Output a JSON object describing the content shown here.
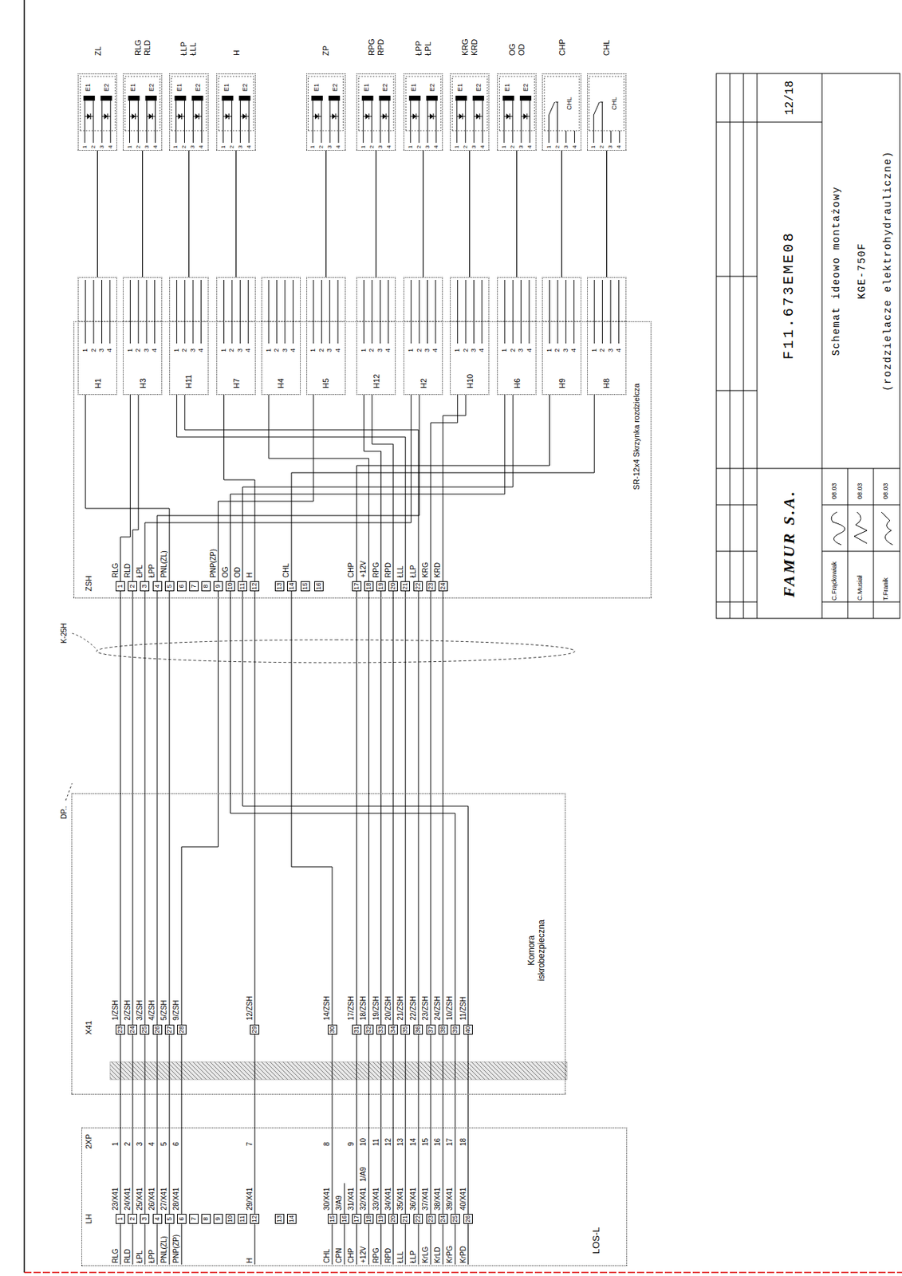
{
  "diagram": {
    "nodes": [
      {
        "text": [
          "LOS-L"
        ]
      },
      {
        "text": [
          "Komora iskrobezpieczna"
        ]
      },
      {
        "text": [
          "SR-12x4 Skrzynka rozdzielcza"
        ]
      },
      {
        "text": [
          "H1"
        ],
        "in": 2
      },
      {
        "text": [
          "H3"
        ],
        "in": 2
      },
      {
        "text": [
          "H11"
        ],
        "in": 2
      },
      {
        "text": [
          "H7"
        ],
        "in": 2
      },
      {
        "text": [
          "H4"
        ],
        "in": 2
      },
      {
        "text": [
          "H5"
        ],
        "in": 2
      },
      {
        "text": [
          "H12"
        ],
        "in": 2
      },
      {
        "text": [
          "H2"
        ],
        "in": 2
      },
      {
        "text": [
          "H10"
        ],
        "in": 2
      },
      {
        "text": [
          "H6"
        ],
        "in": 2
      },
      {
        "text": [
          "H9"
        ],
        "in": 2
      },
      {
        "text": [
          "H8"
        ],
        "in": 2
      },
      {
        "text": [
          "ZL",
          "E1",
          "E2"
        ]
      },
      {
        "text": [
          "RLG RLD",
          "E1",
          "E2"
        ]
      },
      {
        "text": [
          "ŁLP ŁLL",
          "E1",
          "E2"
        ]
      },
      {
        "text": [
          "H",
          "E1",
          "E2"
        ]
      },
      {
        "text": [
          "ZP",
          "E1",
          "E2"
        ]
      },
      {
        "text": [
          "RPG RPD",
          "E1",
          "E2"
        ]
      },
      {
        "text": [
          "ŁPP ŁPL",
          "E1",
          "E2"
        ]
      },
      {
        "text": [
          "KRG KRD",
          "E1",
          "E2"
        ]
      },
      {
        "text": [
          "OG OD",
          "E1",
          "E2"
        ]
      },
      {
        "text": [
          "CHP",
          "CHL"
        ]
      },
      {
        "text": [
          "CHL",
          "CHL"
        ]
      }
    ],
    "edges": [
      {
        "from": 15,
        "to": 3,
        "arrow": "none"
      },
      {
        "from": 16,
        "to": 4,
        "arrow": "none"
      },
      {
        "from": 17,
        "to": 5,
        "arrow": "none"
      },
      {
        "from": 18,
        "to": 6,
        "arrow": "none"
      },
      {
        "from": 19,
        "to": 8,
        "arrow": "none"
      },
      {
        "from": 20,
        "to": 9,
        "arrow": "none"
      },
      {
        "from": 21,
        "to": 10,
        "arrow": "none"
      },
      {
        "from": 22,
        "to": 11,
        "arrow": "none"
      },
      {
        "from": 23,
        "to": 12,
        "arrow": "none"
      },
      {
        "from": 24,
        "to": 13,
        "arrow": "none"
      },
      {
        "from": 25,
        "to": 14,
        "arrow": "none"
      }
    ],
    "labels": [
      "LH",
      "RLG",
      "RLD",
      "ŁPL",
      "ŁPP",
      "PNL(ZL)",
      "PNP(ZP)",
      "H",
      "CHL",
      "CPN",
      "CHP",
      "+12V",
      "RPG",
      "RPD",
      "ŁLL",
      "ŁLP",
      "KrLG",
      "KrLD",
      "KrPG",
      "KrPD",
      "1",
      "2",
      "3",
      "4",
      "5",
      "6",
      "7",
      "8",
      "9",
      "10",
      "11",
      "12",
      "13",
      "14",
      "15",
      "16",
      "17",
      "18",
      "19",
      "20",
      "21",
      "22",
      "23",
      "24",
      "25",
      "26",
      "23/X41",
      "24/X41",
      "25/X41",
      "26/X41",
      "27/X41",
      "28/X41",
      "29/X41",
      "30/X41",
      "3/A9",
      "31/X41",
      "32/X41",
      "33/X41",
      "34/X41",
      "35/X41",
      "36/X41",
      "37/X41",
      "38/X41",
      "39/X41",
      "40/X41",
      "1/A9",
      "2XP",
      "1",
      "2",
      "3",
      "4",
      "5",
      "6",
      "7",
      "8",
      "9",
      "10",
      "11",
      "12",
      "13",
      "14",
      "15",
      "16",
      "17",
      "18",
      "X41",
      "23",
      "24",
      "25",
      "26",
      "27",
      "28",
      "29",
      "30",
      "31",
      "32",
      "33",
      "34",
      "35",
      "36",
      "37",
      "38",
      "39",
      "40",
      "1/ZSH",
      "2/ZSH",
      "3/ZSH",
      "4/ZSH",
      "5/ZSH",
      "9/ZSH",
      "12/ZSH",
      "14/ZSH",
      "17/ZSH",
      "18/ZSH",
      "19/ZSH",
      "20/ZSH",
      "21/ZSH",
      "22/ZSH",
      "23/ZSH",
      "24/ZSH",
      "10/ZSH",
      "11/ZSH",
      "DP..",
      "K-25H",
      "ZSH",
      "1",
      "2",
      "3",
      "4",
      "5",
      "6",
      "7",
      "8",
      "9",
      "10",
      "11",
      "12",
      "13",
      "14",
      "15",
      "16",
      "17",
      "18",
      "19",
      "20",
      "21",
      "22",
      "23",
      "24",
      "RLG",
      "RLD",
      "ŁPL",
      "ŁPP",
      "PNL(ZL)",
      "PNP(ZP)",
      "OG",
      "OD",
      "H",
      "CHL",
      "CHP",
      "+12V",
      "RPG",
      "RPD",
      "ŁLL",
      "ŁLP",
      "KRG",
      "KRD",
      "1",
      "2",
      "3",
      "4",
      "1",
      "2",
      "3",
      "4",
      "1",
      "2",
      "3",
      "4",
      "1",
      "2",
      "3",
      "4",
      "1",
      "2",
      "3",
      "4",
      "1",
      "2",
      "3",
      "4",
      "1",
      "2",
      "3",
      "4",
      "1",
      "2",
      "3",
      "4",
      "1",
      "2",
      "3",
      "4",
      "1",
      "2",
      "3",
      "4",
      "1",
      "2",
      "3",
      "4",
      "1",
      "2",
      "3",
      "4",
      "1",
      "2",
      "3",
      "4",
      "1",
      "2",
      "3",
      "4",
      "1",
      "2",
      "3",
      "4",
      "1",
      "2",
      "3",
      "4",
      "1",
      "2",
      "3",
      "4",
      "1",
      "2",
      "3",
      "4",
      "1",
      "2",
      "3",
      "4",
      "1",
      "2",
      "3",
      "4",
      "1",
      "2",
      "3",
      "4",
      "1",
      "2",
      "3",
      "4",
      "1",
      "2",
      "3",
      "4",
      "FAMUR S.A.",
      "F11.673EME08",
      "12/18",
      "Schemat ideowo montażowy",
      "KGE-750F",
      "(rozdzielacze elektrohydrauliczne)",
      "C.Frąckowiak",
      "C.Musiał",
      "T.Franik",
      "08.03",
      "08.03",
      "08.03"
    ]
  }
}
